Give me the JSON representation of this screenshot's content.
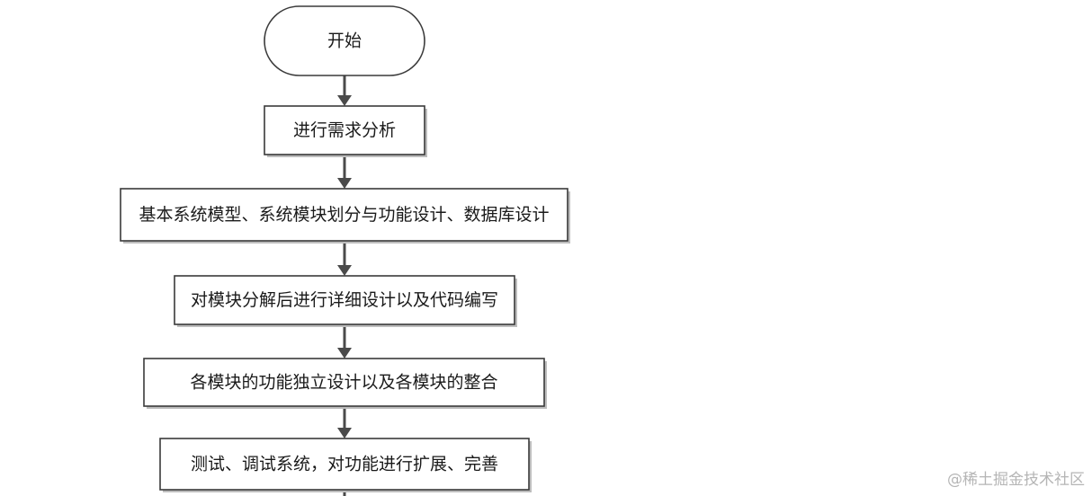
{
  "flowchart": {
    "nodes": [
      {
        "id": "start",
        "shape": "terminal",
        "label": "开始"
      },
      {
        "id": "requirements",
        "shape": "process",
        "label": "进行需求分析"
      },
      {
        "id": "system-design",
        "shape": "process",
        "label": "基本系统模型、系统模块划分与功能设计、数据库设计"
      },
      {
        "id": "detailed-design",
        "shape": "process",
        "label": "对模块分解后进行详细设计以及代码编写"
      },
      {
        "id": "integration",
        "shape": "process",
        "label": "各模块的功能独立设计以及各模块的整合"
      },
      {
        "id": "testing",
        "shape": "process",
        "label": "测试、调试系统，对功能进行扩展、完善"
      }
    ],
    "edges": [
      {
        "from": "start",
        "to": "requirements"
      },
      {
        "from": "requirements",
        "to": "system-design"
      },
      {
        "from": "system-design",
        "to": "detailed-design"
      },
      {
        "from": "detailed-design",
        "to": "integration"
      },
      {
        "from": "integration",
        "to": "testing"
      },
      {
        "from": "testing",
        "to": ""
      }
    ],
    "colors": {
      "stroke": "#3a3a3a",
      "arrow": "#4a4a4a",
      "text": "#1a1a1a"
    }
  },
  "watermark": "@稀土掘金技术社区"
}
